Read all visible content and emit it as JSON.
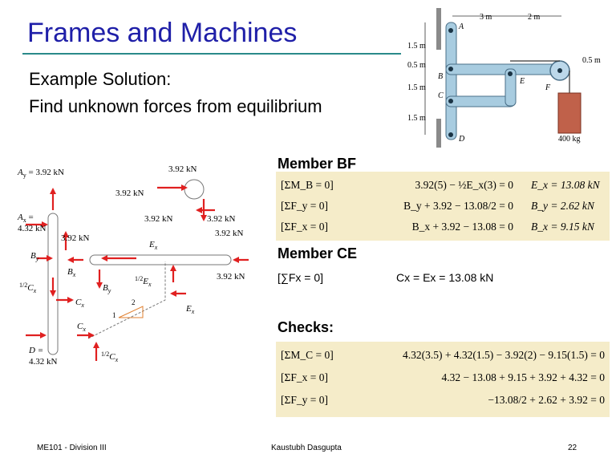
{
  "slide": {
    "title": "Frames and Machines",
    "subtitle1": "Example Solution:",
    "subtitle2": "Find unknown forces from equilibrium"
  },
  "frame_figure": {
    "dim_3m": "3 m",
    "dim_2m": "2 m",
    "dim_1_5m_top": "1.5 m",
    "dim_0_5m": "0.5 m",
    "dim_1_5m_mid": "1.5 m",
    "dim_1_5m_bot": "1.5 m",
    "radius_label": "0.5 m",
    "pt_A": "A",
    "pt_B": "B",
    "pt_C": "C",
    "pt_D": "D",
    "pt_E": "E",
    "pt_F": "F",
    "mass_label": "400 kg"
  },
  "fbd_figure": {
    "Ay": "A",
    "Ay_sub": "y",
    "Ay_val": " = 3.92 kN",
    "Ax_line1": "A",
    "Ax_sub": "x",
    "Ax_line1_rest": " =",
    "Ax_line2": "4.32 kN",
    "load1": "3.92 kN",
    "load2": "3.92 kN",
    "load3": "3.92 kN",
    "load4": "3.92 kN",
    "load5": "3.92 kN",
    "load6": "3.92 kN",
    "load7": "3.92 kN",
    "By_left": "B",
    "By_left_sub": "y",
    "Bx": "B",
    "Bx_sub": "x",
    "By_mid": "B",
    "By_mid_sub": "y",
    "Ex_top": "E",
    "Ex_top_sub": "x",
    "half_Ex": "E",
    "half_Ex_sub": "x",
    "Ex_right": "E",
    "Ex_right_sub": "x",
    "half_Cx_left": "C",
    "half_Cx_left_sub": "x",
    "Cx_mid": "C",
    "Cx_mid_sub": "x",
    "Cx_low": "C",
    "Cx_low_sub": "x",
    "half_Cx_low": "C",
    "half_Cx_low_sub": "x",
    "half_num": "1",
    "half_den": "2",
    "D_line1": "D =",
    "D_line2": "4.32 kN",
    "slope_2": "2",
    "slope_1": "1"
  },
  "member_bf": {
    "heading": "Member BF",
    "rows": [
      {
        "cond": "[ΣM_B = 0]",
        "eq": "3.92(5) − ½E_x(3) = 0",
        "res": "E_x = 13.08 kN"
      },
      {
        "cond": "[ΣF_y = 0]",
        "eq": "B_y + 3.92 − 13.08/2 = 0",
        "res": "B_y = 2.62 kN"
      },
      {
        "cond": "[ΣF_x = 0]",
        "eq": "B_x + 3.92 − 13.08 = 0",
        "res": "B_x = 9.15 kN"
      }
    ]
  },
  "member_ce": {
    "heading": "Member CE",
    "cond": "[∑Fx = 0]",
    "result": "Cx = Ex = 13.08 kN"
  },
  "checks": {
    "heading": "Checks:",
    "rows": [
      {
        "cond": "[ΣM_C = 0]",
        "eq": "4.32(3.5) + 4.32(1.5) − 3.92(2) − 9.15(1.5) = 0"
      },
      {
        "cond": "[ΣF_x = 0]",
        "eq": "4.32 − 13.08 + 9.15 + 3.92 + 4.32 = 0"
      },
      {
        "cond": "[ΣF_y = 0]",
        "eq": "−13.08/2 + 2.62 + 3.92 = 0"
      }
    ]
  },
  "footer": {
    "course": "ME101 - Division III",
    "author": "Kaustubh Dasgupta",
    "page": "22"
  },
  "colors": {
    "title": "#1f1fa8",
    "arrow": "#e02020",
    "frame": "#a8cce0",
    "eq_bg": "#f5ecc9"
  }
}
